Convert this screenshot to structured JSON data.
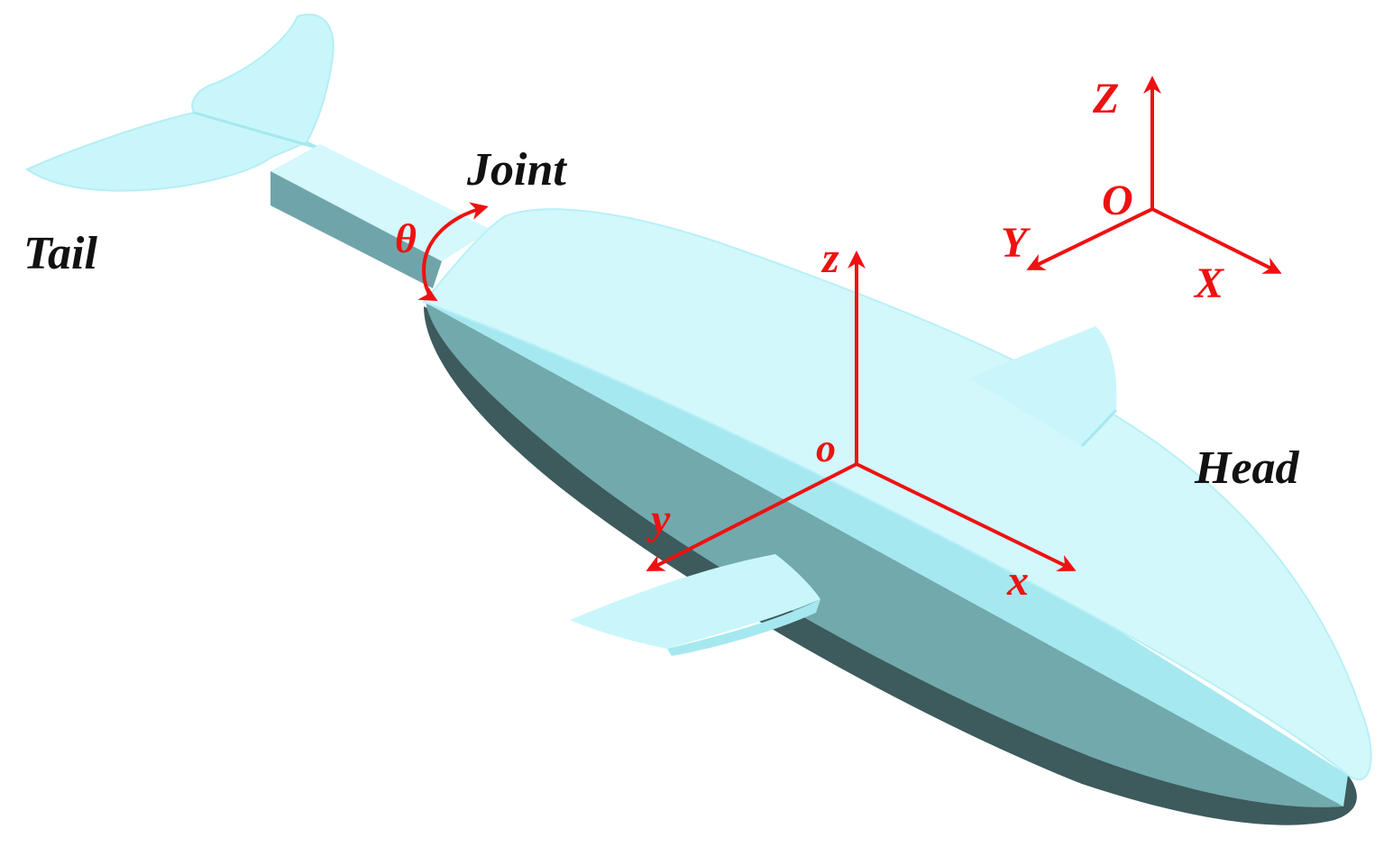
{
  "labels": {
    "tail": "Tail",
    "joint": "Joint",
    "head": "Head",
    "theta": "θ"
  },
  "body_frame": {
    "origin": "o",
    "x": "x",
    "y": "y",
    "z": "z"
  },
  "global_frame": {
    "origin": "O",
    "x": "X",
    "y": "Y",
    "z": "Z"
  },
  "colors": {
    "axis": "#ee1111",
    "body_light": "#c9f6fb",
    "body_mid": "#a6e8ef",
    "body_side": "#72a9ad",
    "body_dark": "#3d5a5d",
    "label": "#111111"
  }
}
